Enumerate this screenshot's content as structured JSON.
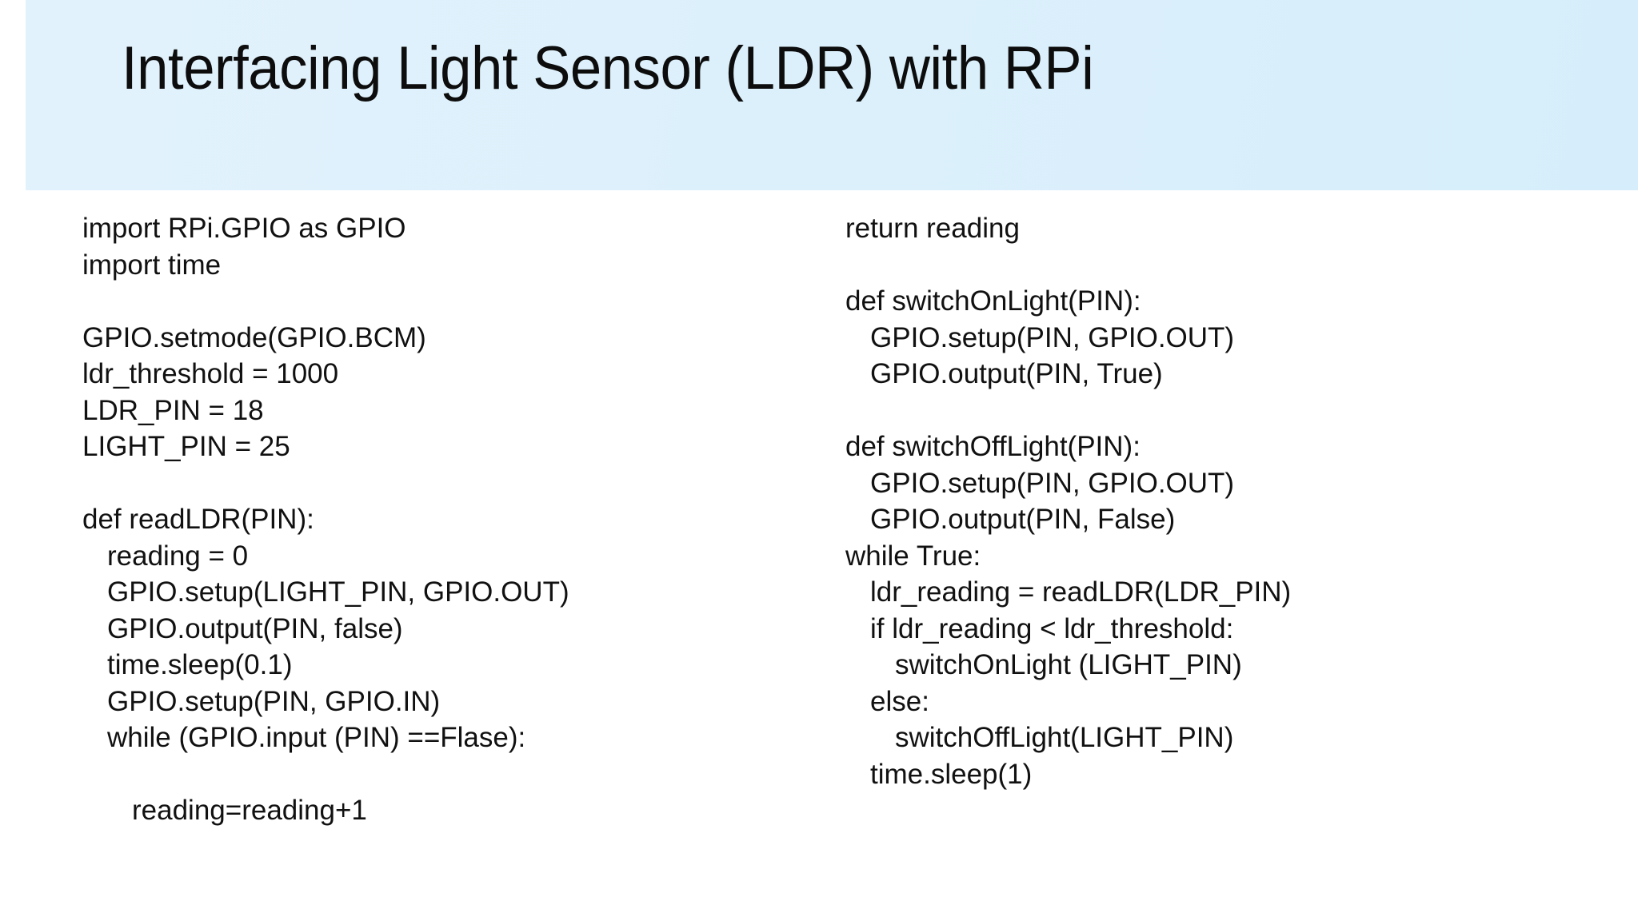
{
  "slide": {
    "title": "Interfacing Light Sensor (LDR) with RPi",
    "banner_color": "#dcf0fb",
    "background_color": "#ffffff",
    "text_color": "#111111"
  },
  "code": {
    "left_column": [
      {
        "text": "import RPi.GPIO as GPIO",
        "indent": 0
      },
      {
        "text": "import time",
        "indent": 0
      },
      {
        "text": "",
        "indent": 0
      },
      {
        "text": "GPIO.setmode(GPIO.BCM)",
        "indent": 0
      },
      {
        "text": "ldr_threshold = 1000",
        "indent": 0
      },
      {
        "text": "LDR_PIN = 18",
        "indent": 0
      },
      {
        "text": "LIGHT_PIN = 25",
        "indent": 0
      },
      {
        "text": "",
        "indent": 0
      },
      {
        "text": "def readLDR(PIN):",
        "indent": 0
      },
      {
        "text": "reading = 0",
        "indent": 1
      },
      {
        "text": "GPIO.setup(LIGHT_PIN, GPIO.OUT)",
        "indent": 1
      },
      {
        "text": "GPIO.output(PIN, false)",
        "indent": 1
      },
      {
        "text": "time.sleep(0.1)",
        "indent": 1
      },
      {
        "text": "GPIO.setup(PIN, GPIO.IN)",
        "indent": 1
      },
      {
        "text": "while (GPIO.input (PIN) ==Flase):",
        "indent": 1
      },
      {
        "text": "",
        "indent": 0
      },
      {
        "text": "reading=reading+1",
        "indent": 2
      }
    ],
    "right_column": [
      {
        "text": "return reading",
        "indent": 0
      },
      {
        "text": "",
        "indent": 0
      },
      {
        "text": "def switchOnLight(PIN):",
        "indent": 0
      },
      {
        "text": "GPIO.setup(PIN, GPIO.OUT)",
        "indent": 1
      },
      {
        "text": "GPIO.output(PIN, True)",
        "indent": 1
      },
      {
        "text": "",
        "indent": 0
      },
      {
        "text": "def switchOffLight(PIN):",
        "indent": 0
      },
      {
        "text": "GPIO.setup(PIN, GPIO.OUT)",
        "indent": 1
      },
      {
        "text": "GPIO.output(PIN, False)",
        "indent": 1
      },
      {
        "text": "while True:",
        "indent": 0
      },
      {
        "text": "ldr_reading = readLDR(LDR_PIN)",
        "indent": 1
      },
      {
        "text": "if ldr_reading < ldr_threshold:",
        "indent": 1
      },
      {
        "text": "switchOnLight (LIGHT_PIN)",
        "indent": 2
      },
      {
        "text": "else:",
        "indent": 1
      },
      {
        "text": "switchOffLight(LIGHT_PIN)",
        "indent": 2
      },
      {
        "text": "time.sleep(1)",
        "indent": 1
      }
    ]
  }
}
